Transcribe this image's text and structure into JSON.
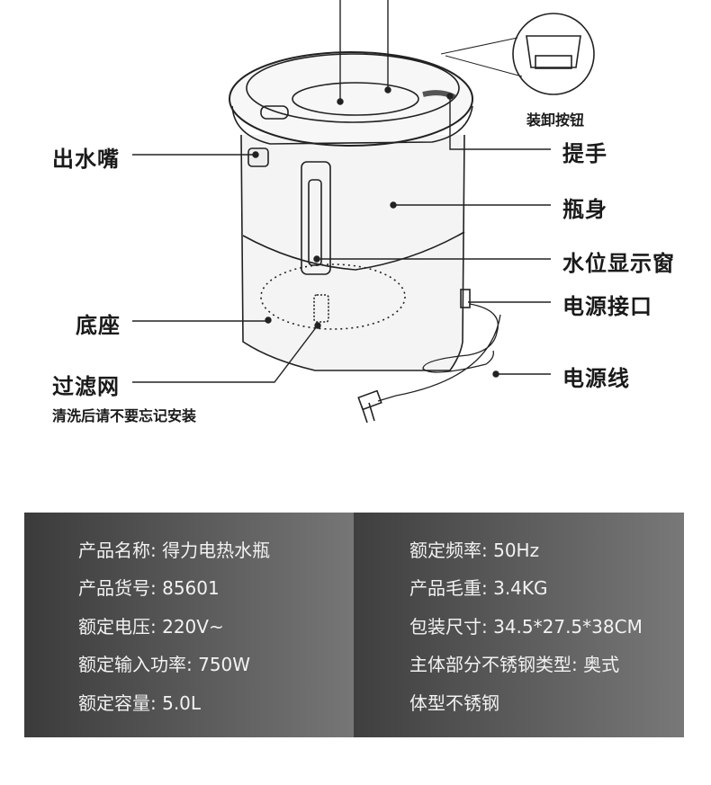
{
  "callouts": {
    "spout": "出水嘴",
    "base": "底座",
    "filter": "过滤网",
    "filter_note": "清洗后请不要忘记安装",
    "release_button": "装卸按钮",
    "handle": "提手",
    "body": "瓶身",
    "water_window": "水位显示窗",
    "power_socket": "电源接口",
    "power_cord": "电源线"
  },
  "specs": {
    "left": [
      "产品名称: 得力电热水瓶",
      "产品货号: 85601",
      "额定电压: 220V~",
      "额定输入功率: 750W",
      "额定容量: 5.0L"
    ],
    "right": [
      "额定频率: 50Hz",
      "产品毛重: 3.4KG",
      "包装尺寸: 34.5*27.5*38CM",
      "主体部分不锈钢类型: 奥式",
      "体型不锈钢"
    ]
  }
}
